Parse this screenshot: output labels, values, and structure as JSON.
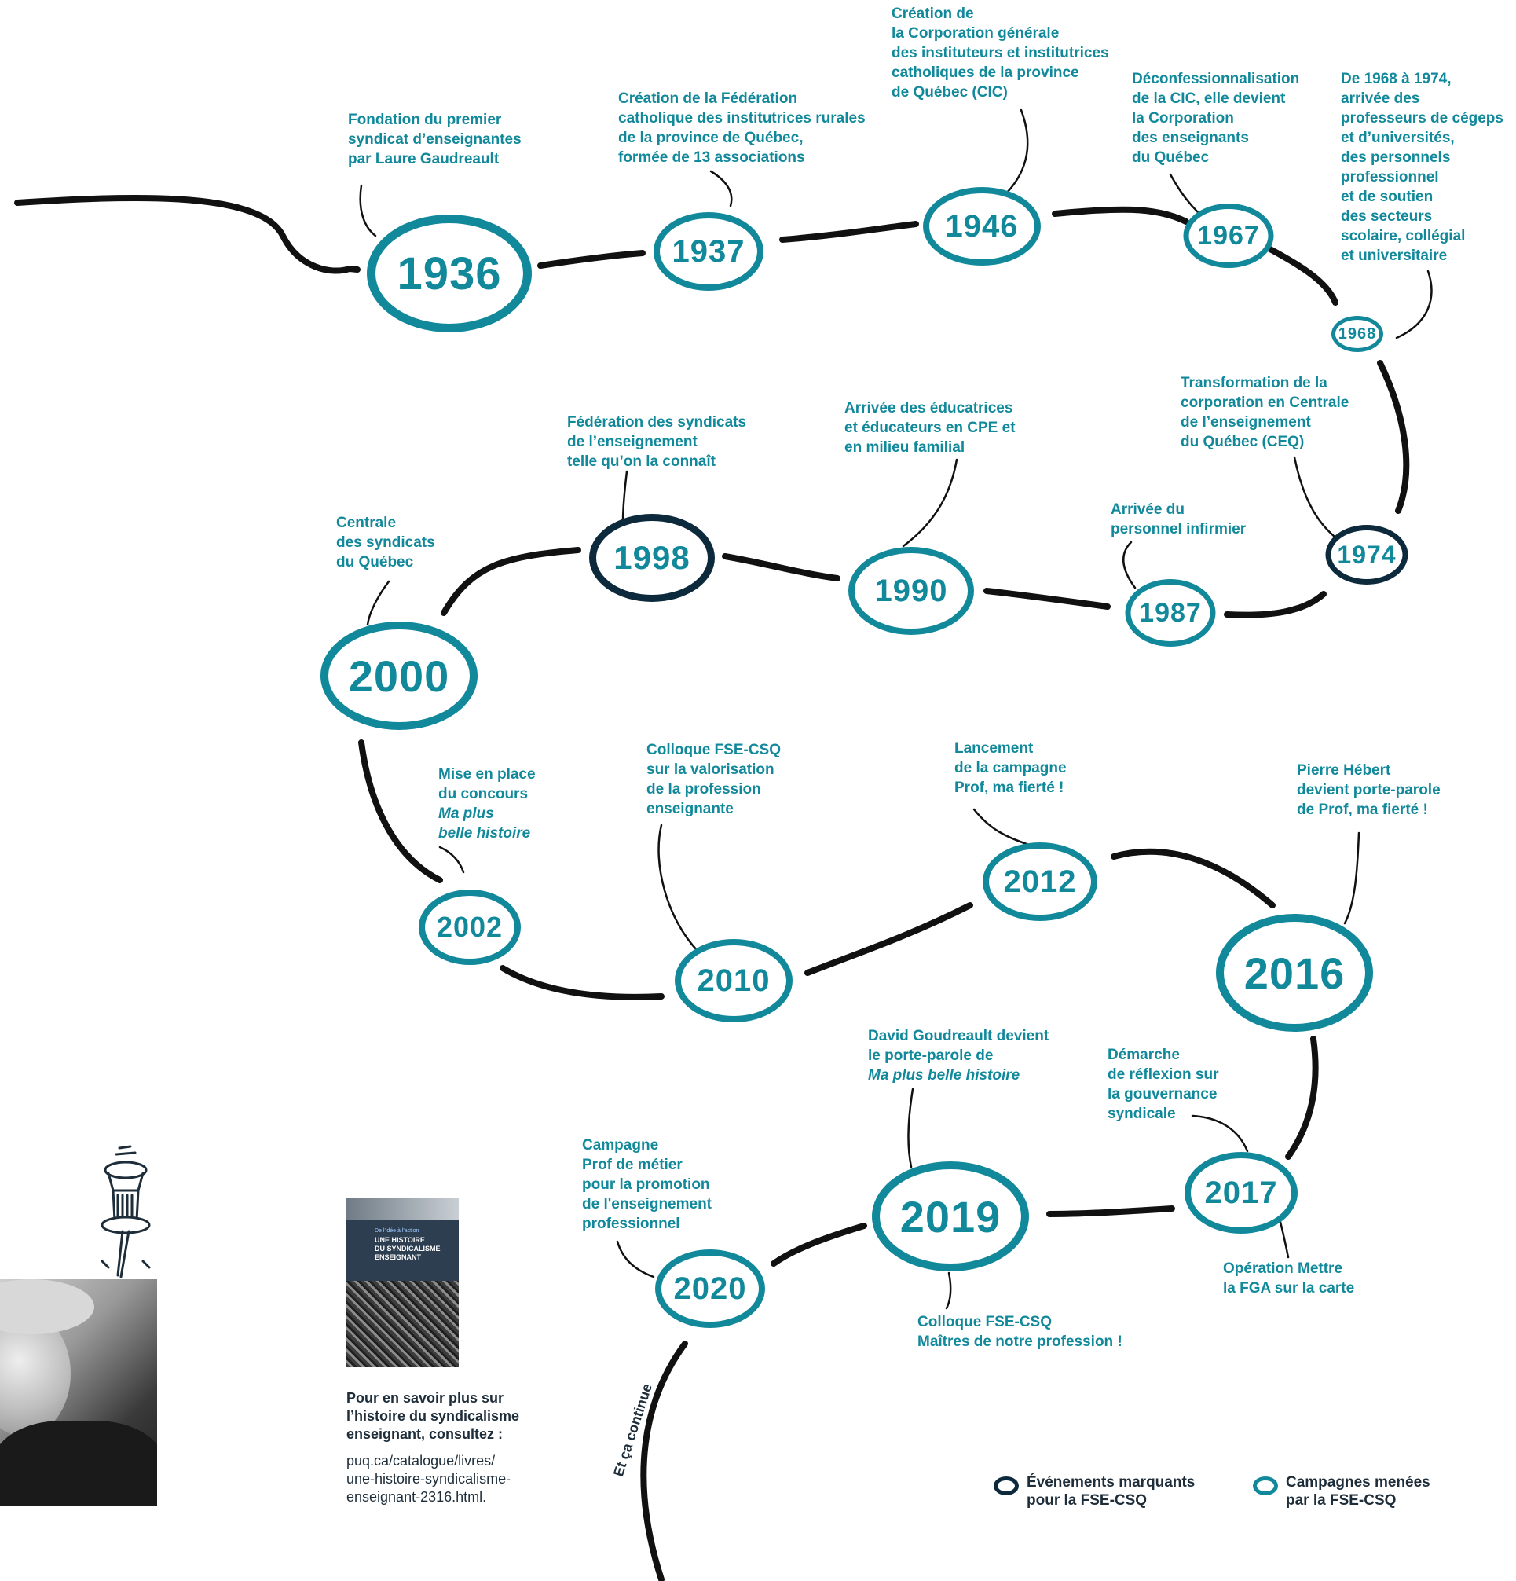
{
  "colors": {
    "teal": "#12899b",
    "navy": "#0d2a3d",
    "line": "#111111",
    "text": "#1e2d3a"
  },
  "events": [
    {
      "year": "1936",
      "lines": [
        "Fondation du premier",
        "syndicat d’enseignantes",
        "par Laure Gaudreault"
      ]
    },
    {
      "year": "1937",
      "lines": [
        "Création de la Fédération",
        "catholique des institutrices rurales",
        "de la province de Québec,",
        "formée de 13 associations"
      ]
    },
    {
      "year": "1946",
      "lines": [
        "Création de",
        "la Corporation générale",
        "des instituteurs et institutrices",
        "catholiques de la province",
        "de Québec (CIC)"
      ]
    },
    {
      "year": "1967",
      "lines": [
        "Déconfessionnalisation",
        "de la CIC, elle devient",
        "la Corporation",
        "des enseignants",
        "du Québec"
      ]
    },
    {
      "year": "1968",
      "lines": [
        "De 1968 à 1974,",
        "arrivée des",
        "professeurs de cégeps",
        "et d’universités,",
        "des personnels",
        "professionnel",
        "et de soutien",
        "des secteurs",
        "scolaire, collégial",
        "et universitaire"
      ]
    },
    {
      "year": "1974",
      "lines": [
        "Transformation de la",
        "corporation en Centrale",
        "de l’enseignement",
        "du Québec (CEQ)"
      ]
    },
    {
      "year": "1987",
      "lines": [
        "Arrivée du",
        "personnel infirmier"
      ]
    },
    {
      "year": "1990",
      "lines": [
        "Arrivée des éducatrices",
        "et éducateurs en CPE et",
        "en milieu familial"
      ]
    },
    {
      "year": "1998",
      "lines": [
        "Fédération des syndicats",
        "de l’enseignement",
        "telle qu’on la connaît"
      ]
    },
    {
      "year": "2000",
      "lines": [
        "Centrale",
        "des syndicats",
        "du Québec"
      ]
    },
    {
      "year": "2002",
      "lines": [
        "Mise en place",
        "du concours",
        "Ma plus",
        "belle histoire"
      ]
    },
    {
      "year": "2010",
      "lines": [
        "Colloque FSE-CSQ",
        "sur la valorisation",
        "de la profession",
        "enseignante"
      ]
    },
    {
      "year": "2012",
      "lines": [
        "Lancement",
        "de la campagne",
        "Prof, ma fierté !"
      ]
    },
    {
      "year": "2016",
      "lines": [
        "Pierre Hébert",
        "devient porte-parole",
        "de Prof, ma fierté !"
      ]
    },
    {
      "year": "2017",
      "lines": [
        "Démarche",
        "de réflexion sur",
        "la gouvernance",
        "syndicale"
      ],
      "lines2": [
        "Opération Mettre",
        "la FGA sur la carte"
      ]
    },
    {
      "year": "2019",
      "lines": [
        "David Goudreault devient",
        "le porte-parole de",
        "Ma plus belle histoire"
      ],
      "lines2": [
        "Colloque FSE-CSQ",
        "Maîtres de notre profession !"
      ]
    },
    {
      "year": "2020",
      "lines": [
        "Campagne",
        "Prof de métier",
        "pour la promotion",
        "de l'enseignement",
        "professionnel"
      ]
    }
  ],
  "legend": {
    "milestone": [
      "Événements marquants",
      "pour la FSE-CSQ"
    ],
    "campaign": [
      "Campagnes menées",
      "par la FSE-CSQ"
    ]
  },
  "more": {
    "heading": [
      "Pour en savoir plus sur",
      "l’histoire du syndicalisme",
      "enseignant, consultez :"
    ],
    "url": [
      "puq.ca/catalogue/livres/",
      "une-histoire-syndicalisme-",
      "enseignant-2316.html."
    ]
  },
  "book": {
    "top": "De l'idée à l'action",
    "title": [
      "UNE HISTOIRE",
      "DU SYNDICALISME",
      "ENSEIGNANT"
    ]
  },
  "continue": "Et ça continue"
}
